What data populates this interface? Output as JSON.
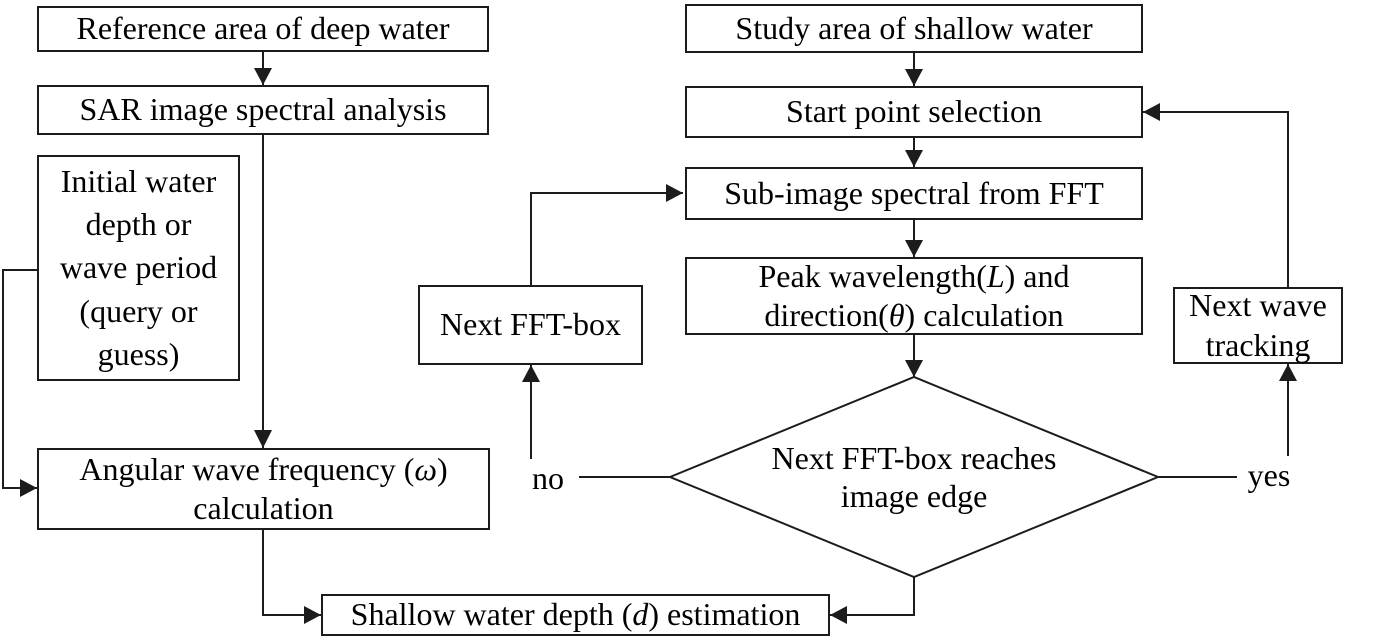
{
  "figure": {
    "background": "#ffffff",
    "line_color": "#1c1c1c",
    "text_color": "#000000"
  },
  "nodes": {
    "reference_area": {
      "label": "Reference area of deep water"
    },
    "sar_analysis": {
      "label": "SAR image spectral analysis"
    },
    "initial_depth": {
      "label": "Initial water\ndepth or\nwave period\n(query or\nguess)"
    },
    "angular_frequency": {
      "prefix": "Angular wave frequency (",
      "symbol": "ω",
      "suffix": ")\ncalculation"
    },
    "study_area": {
      "label": "Study area of shallow water"
    },
    "start_point": {
      "label": "Start point selection"
    },
    "sub_image": {
      "label": "Sub-image spectral from FFT"
    },
    "peak_wavelength": {
      "p1": "Peak wavelength(",
      "sym1": "L",
      "p2": ") and\ndirection(",
      "sym2": "θ",
      "p3": ") calculation"
    },
    "next_fft_box": {
      "label": "Next FFT-box"
    },
    "decision": {
      "label": "Next FFT-box reaches\nimage edge"
    },
    "next_wave_tracking": {
      "label": "Next wave\ntracking"
    },
    "shallow_depth": {
      "p1": "Shallow water depth (",
      "sym": "d",
      "p2": ") estimation"
    }
  },
  "edge_labels": {
    "no": "no",
    "yes": "yes"
  }
}
